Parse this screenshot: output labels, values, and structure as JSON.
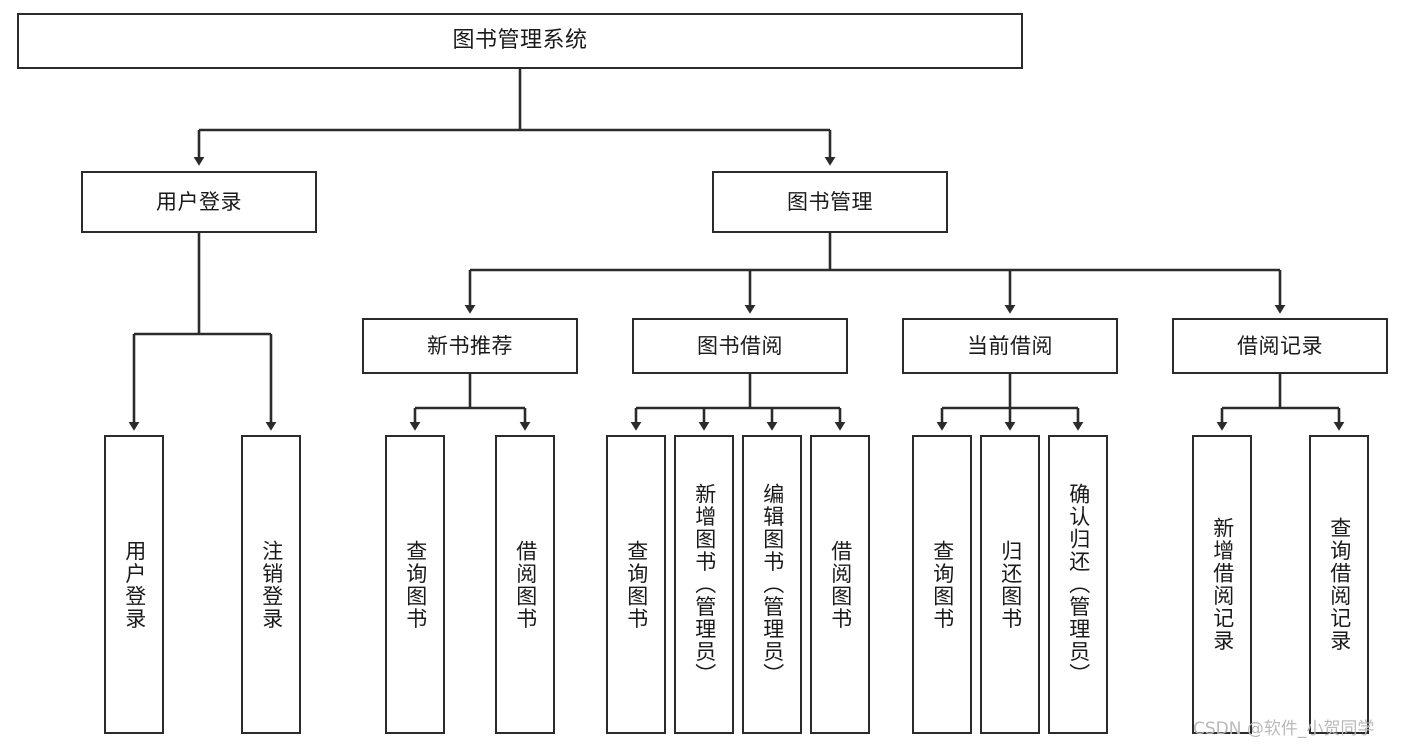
{
  "diagram": {
    "title": "图书管理系统",
    "type": "tree",
    "style": {
      "stroke": "#2b2b2b",
      "fill": "#ffffff",
      "text": "#1a1a1a",
      "watermark_color": "#b9b9b9"
    }
  },
  "watermark": {
    "text": "CSDN @软件_小贺同学"
  },
  "nodes": {
    "root": {
      "label": "图书管理系统"
    },
    "level2": [
      {
        "label": "用户登录"
      },
      {
        "label": "图书管理"
      }
    ],
    "level3": [
      {
        "label": "新书推荐"
      },
      {
        "label": "图书借阅"
      },
      {
        "label": "当前借阅"
      },
      {
        "label": "借阅记录"
      }
    ],
    "leaves_user_login": [
      {
        "label": "用户登录"
      },
      {
        "label": "注销登录"
      }
    ],
    "leaves_new_book": [
      {
        "label": "查询图书"
      },
      {
        "label": "借阅图书"
      }
    ],
    "leaves_borrow": [
      {
        "label": "查询图书"
      },
      {
        "label": "新增图书（管理员）"
      },
      {
        "label": "编辑图书（管理员）"
      },
      {
        "label": "借阅图书"
      }
    ],
    "leaves_current": [
      {
        "label": "查询图书"
      },
      {
        "label": "归还图书"
      },
      {
        "label": "确认归还（管理员）"
      }
    ],
    "leaves_records": [
      {
        "label": "新增借阅记录"
      },
      {
        "label": "查询借阅记录"
      }
    ]
  }
}
